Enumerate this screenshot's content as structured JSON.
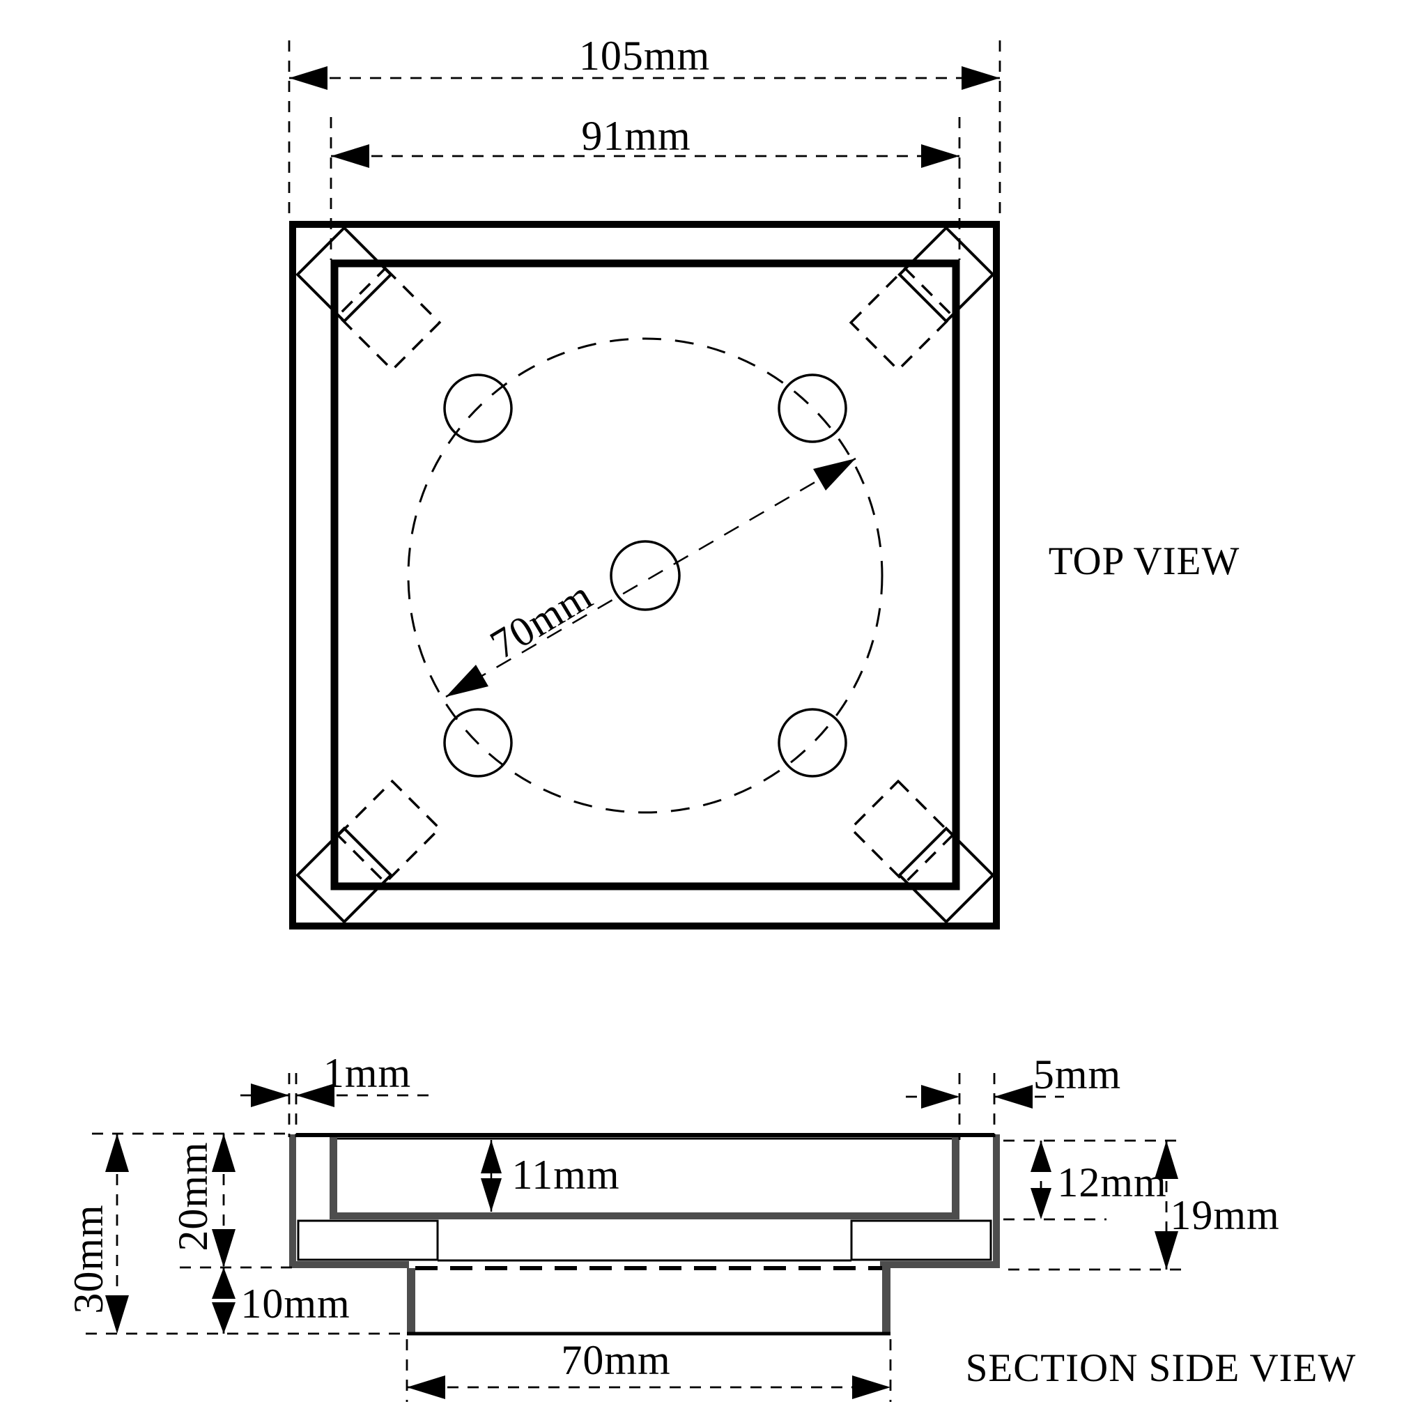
{
  "top_view": {
    "label": "TOP VIEW",
    "outer_width": "105mm",
    "inner_width": "91mm",
    "bolt_circle_diameter": "70mm"
  },
  "side_view": {
    "label": "SECTION SIDE VIEW",
    "wall_thickness": "1mm",
    "edge_offset": "5mm",
    "cavity_depth": "11mm",
    "recess_depth": "12mm",
    "body_depth": "19mm",
    "total_height": "30mm",
    "upper_height": "20mm",
    "boss_height": "10mm",
    "boss_width": "70mm"
  },
  "colors": {
    "line": "#000000",
    "section": "#4d4d4d",
    "background": "#ffffff"
  }
}
